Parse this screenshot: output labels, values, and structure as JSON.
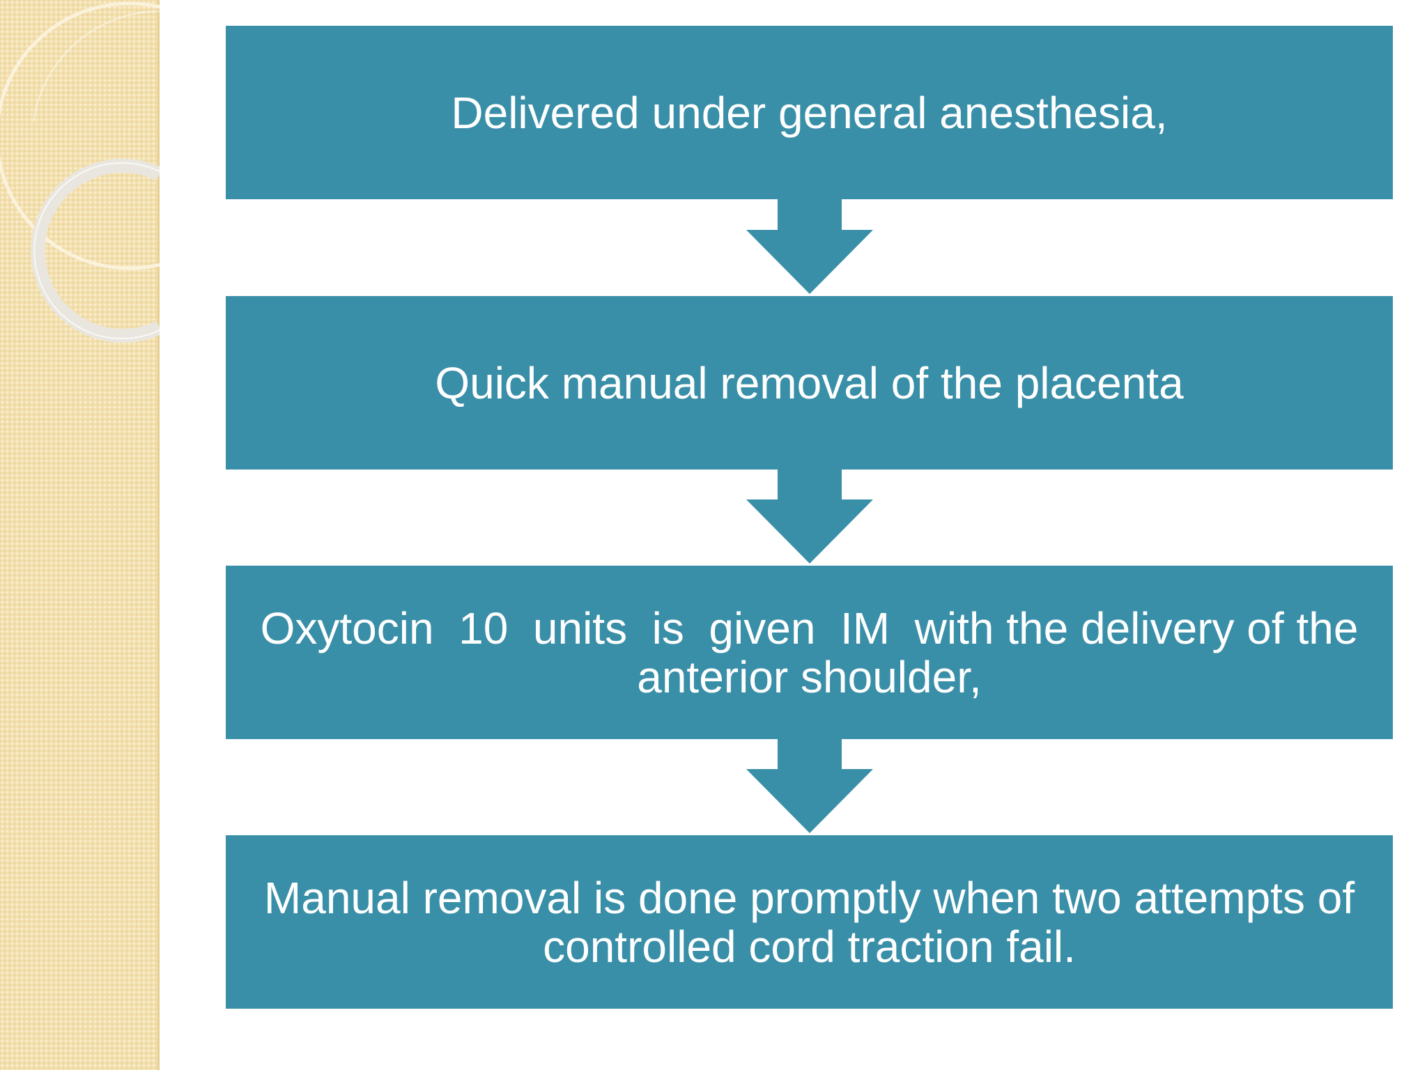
{
  "colors": {
    "box_fill": "#3a8fa8",
    "box_text": "#ffffff",
    "side_strip": "#f3e0ae"
  },
  "flowchart": {
    "steps": [
      {
        "text": "Delivered under general anesthesia,"
      },
      {
        "text": "Quick manual removal of the placenta"
      },
      {
        "text": "Oxytocin  10  units  is  given  IM  with the delivery of the anterior shoulder,"
      },
      {
        "text": "Manual removal is done promptly when two attempts of controlled cord traction fail."
      }
    ]
  }
}
